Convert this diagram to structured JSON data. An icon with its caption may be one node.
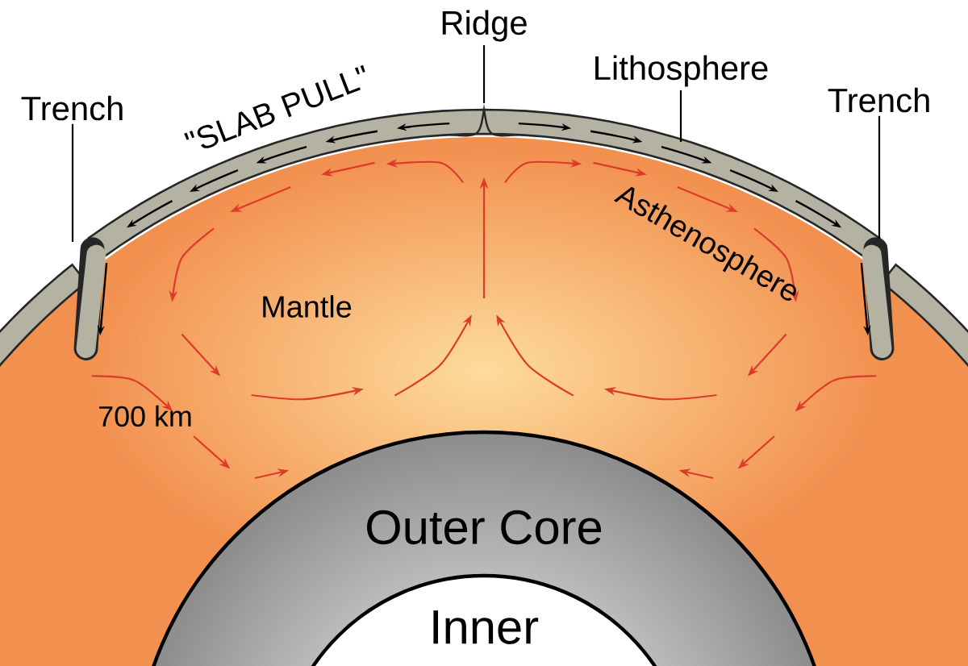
{
  "diagram": {
    "nodes": [
      {
        "text": [
          "Trench"
        ]
      },
      {
        "text": [
          "Ridge"
        ]
      },
      {
        "text": [
          "Lithosphere"
        ]
      },
      {
        "text": [
          "Trench"
        ]
      },
      {
        "text": [
          "Outer Core"
        ]
      },
      {
        "text": [
          "Inner"
        ],
        "in": 4
      }
    ],
    "edges": [
      {
        "from": 0,
        "to": null,
        "arrow": "none"
      },
      {
        "from": 1,
        "to": null,
        "arrow": "none"
      },
      {
        "from": 2,
        "to": null,
        "arrow": "none"
      },
      {
        "from": 3,
        "to": null,
        "arrow": "none"
      }
    ],
    "labels": [
      "\"SLAB PULL\"",
      "Asthenosphere",
      "Mantle",
      "700 km"
    ]
  }
}
